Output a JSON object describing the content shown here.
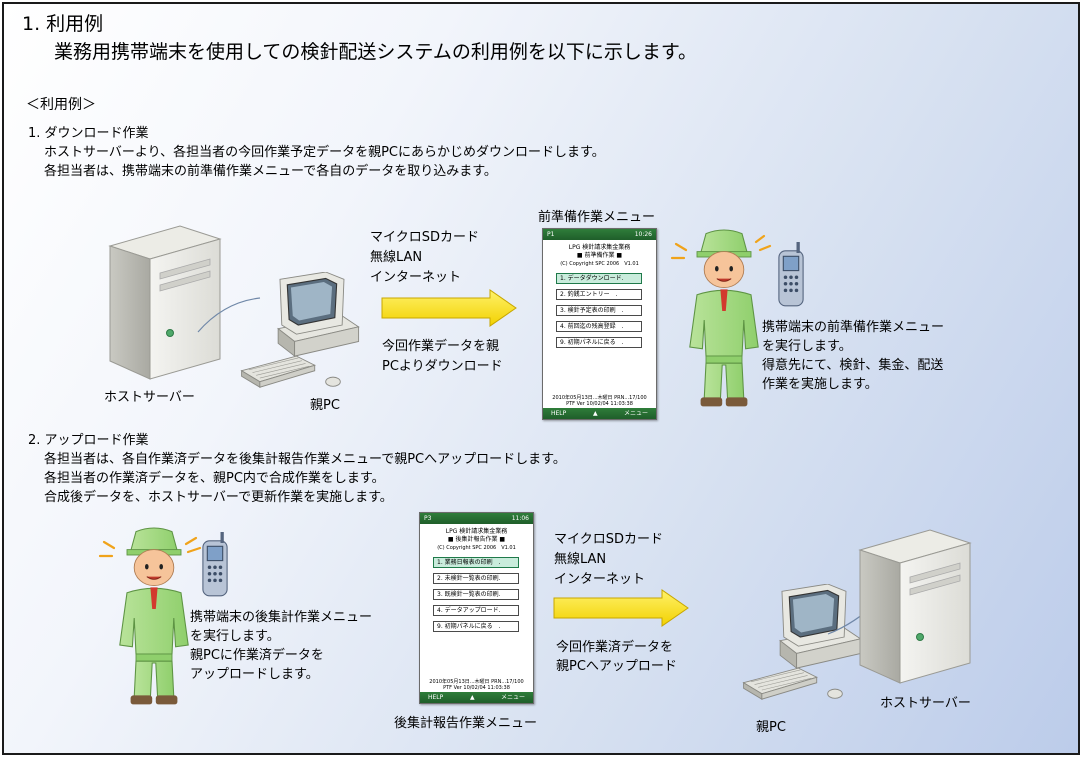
{
  "section_title": "1. 利用例",
  "section_desc": "業務用携帯端末を使用しての検針配送システムの利用例を以下に示します。",
  "example_heading": "＜利用例＞",
  "download": {
    "title": "1. ダウンロード作業",
    "line1": "ホストサーバーより、各担当者の今回作業予定データを親PCにあらかじめダウンロードします。",
    "line2": "各担当者は、携帯端末の前準備作業メニューで各自のデータを取り込みます。",
    "methods": [
      "マイクロSDカード",
      "無線LAN",
      "インターネット"
    ],
    "arrow_caption": [
      "今回作業データを親",
      "PCよりダウンロード"
    ],
    "server_label": "ホストサーバー",
    "pc_label": "親PC",
    "menu_label": "前準備作業メニュー",
    "worker_desc": [
      "携帯端末の前準備作業メニュー",
      "を実行します。",
      "得意先にて、検針、集金、配送",
      "作業を実施します。"
    ],
    "phone": {
      "status_left": "P1",
      "status_right": "10:26",
      "app": "LPG 検針請求集金業務",
      "screen": "■ 前準備作業 ■",
      "copyright": "(C) Copyright SPC 2006　V1.01",
      "buttons": [
        "1. データダウンロード.",
        "2. 釣銭エントリー　.",
        "3. 検針予定表の印刷　.",
        "4. 前回迄の残高登録　.",
        "9. 初期パネルに戻る　."
      ],
      "footer1": "2010年05月13日...木曜日 PRN...17/100",
      "footer2": "PTF Ver 10/02/04 11:03:38",
      "bottom_left": "HELP",
      "bottom_right": "メニュー"
    }
  },
  "upload": {
    "title": "2. アップロード作業",
    "line1": "各担当者は、各自作業済データを後集計報告作業メニューで親PCへアップロードします。",
    "line2": "各担当者の作業済データを、親PC内で合成作業をします。",
    "line3": "合成後データを、ホストサーバーで更新作業を実施します。",
    "methods": [
      "マイクロSDカード",
      "無線LAN",
      "インターネット"
    ],
    "arrow_caption": [
      "今回作業済データを",
      "親PCへアップロード"
    ],
    "server_label": "ホストサーバー",
    "pc_label": "親PC",
    "menu_label": "後集計報告作業メニュー",
    "worker_desc": [
      "携帯端末の後集計作業メニュー",
      "を実行します。",
      "親PCに作業済データを",
      "アップロードします。"
    ],
    "phone": {
      "status_left": "P3",
      "status_right": "11:06",
      "app": "LPG 検針請求集金業務",
      "screen": "■ 後集計報告作業 ■",
      "copyright": "(C) Copyright SPC 2006　V1.01",
      "buttons": [
        "1. 業務日報表の印刷　.",
        "2. 未検針一覧表の印刷.",
        "3. 既検針一覧表の印刷.",
        "4. データアップロード.",
        "9. 初期パネルに戻る　."
      ],
      "footer1": "2010年05月13日...木曜日 PRN...17/100",
      "footer2": "PTF Ver 10/02/04 11:03:38",
      "bottom_left": "HELP",
      "bottom_right": "メニュー"
    }
  }
}
